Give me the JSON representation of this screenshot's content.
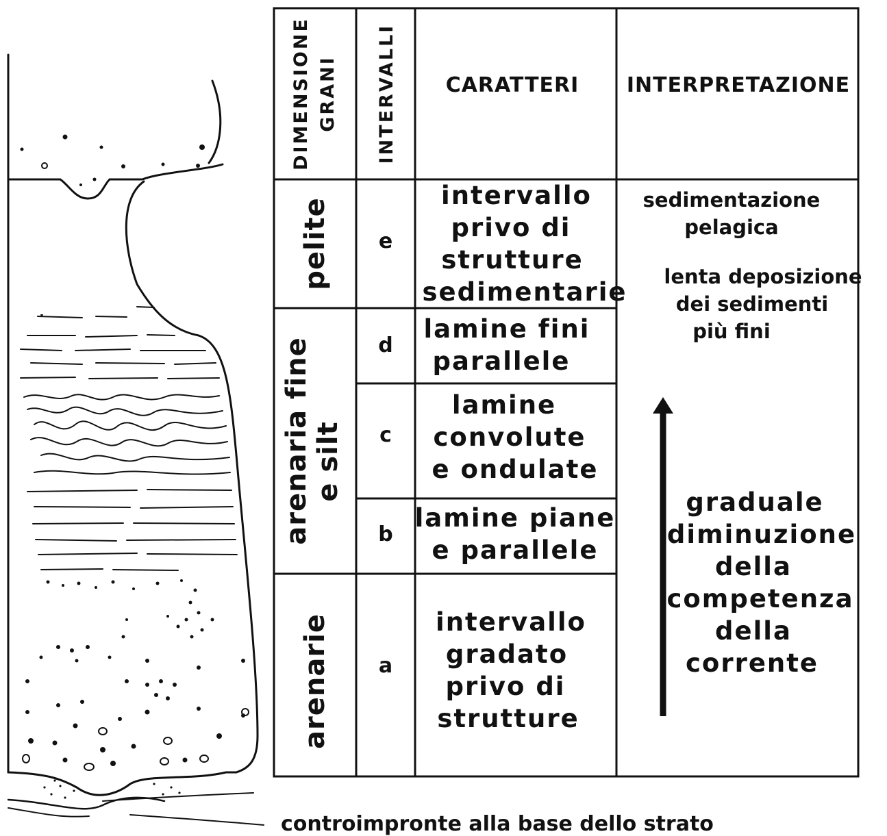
{
  "headers": {
    "grain_size": [
      "DIMENSIONE",
      "GRANI"
    ],
    "intervals": "INTERVALLI",
    "characters": "CARATTERI",
    "interpretation": "INTERPRETAZIONE"
  },
  "grain_sizes": {
    "pelite": "pelite",
    "fine_sand": [
      "arenaria fine",
      "e silt"
    ],
    "sand": "arenarie"
  },
  "intervals": [
    "e",
    "d",
    "c",
    "b",
    "a"
  ],
  "characters": {
    "e": [
      "intervallo",
      "privo di",
      "strutture",
      "sedimentarie"
    ],
    "d": [
      "lamine fini",
      "parallele"
    ],
    "c": [
      "lamine",
      "convolute",
      "e ondulate"
    ],
    "b": [
      "lamine piane",
      "e parallele"
    ],
    "a": [
      "intervallo",
      "gradato",
      "privo di",
      "strutture"
    ]
  },
  "interpretation": {
    "pelagic": [
      "sedimentazione",
      "pelagica"
    ],
    "slow": [
      "lenta deposizione",
      "dei sedimenti",
      "più fini"
    ],
    "competence": [
      "graduale",
      "diminuzione",
      "della",
      "competenza",
      "della",
      "corrente"
    ]
  },
  "caption": "controimpronte alla base  dello strato",
  "colors": {
    "ink": "#111111",
    "paper": "#ffffff"
  }
}
